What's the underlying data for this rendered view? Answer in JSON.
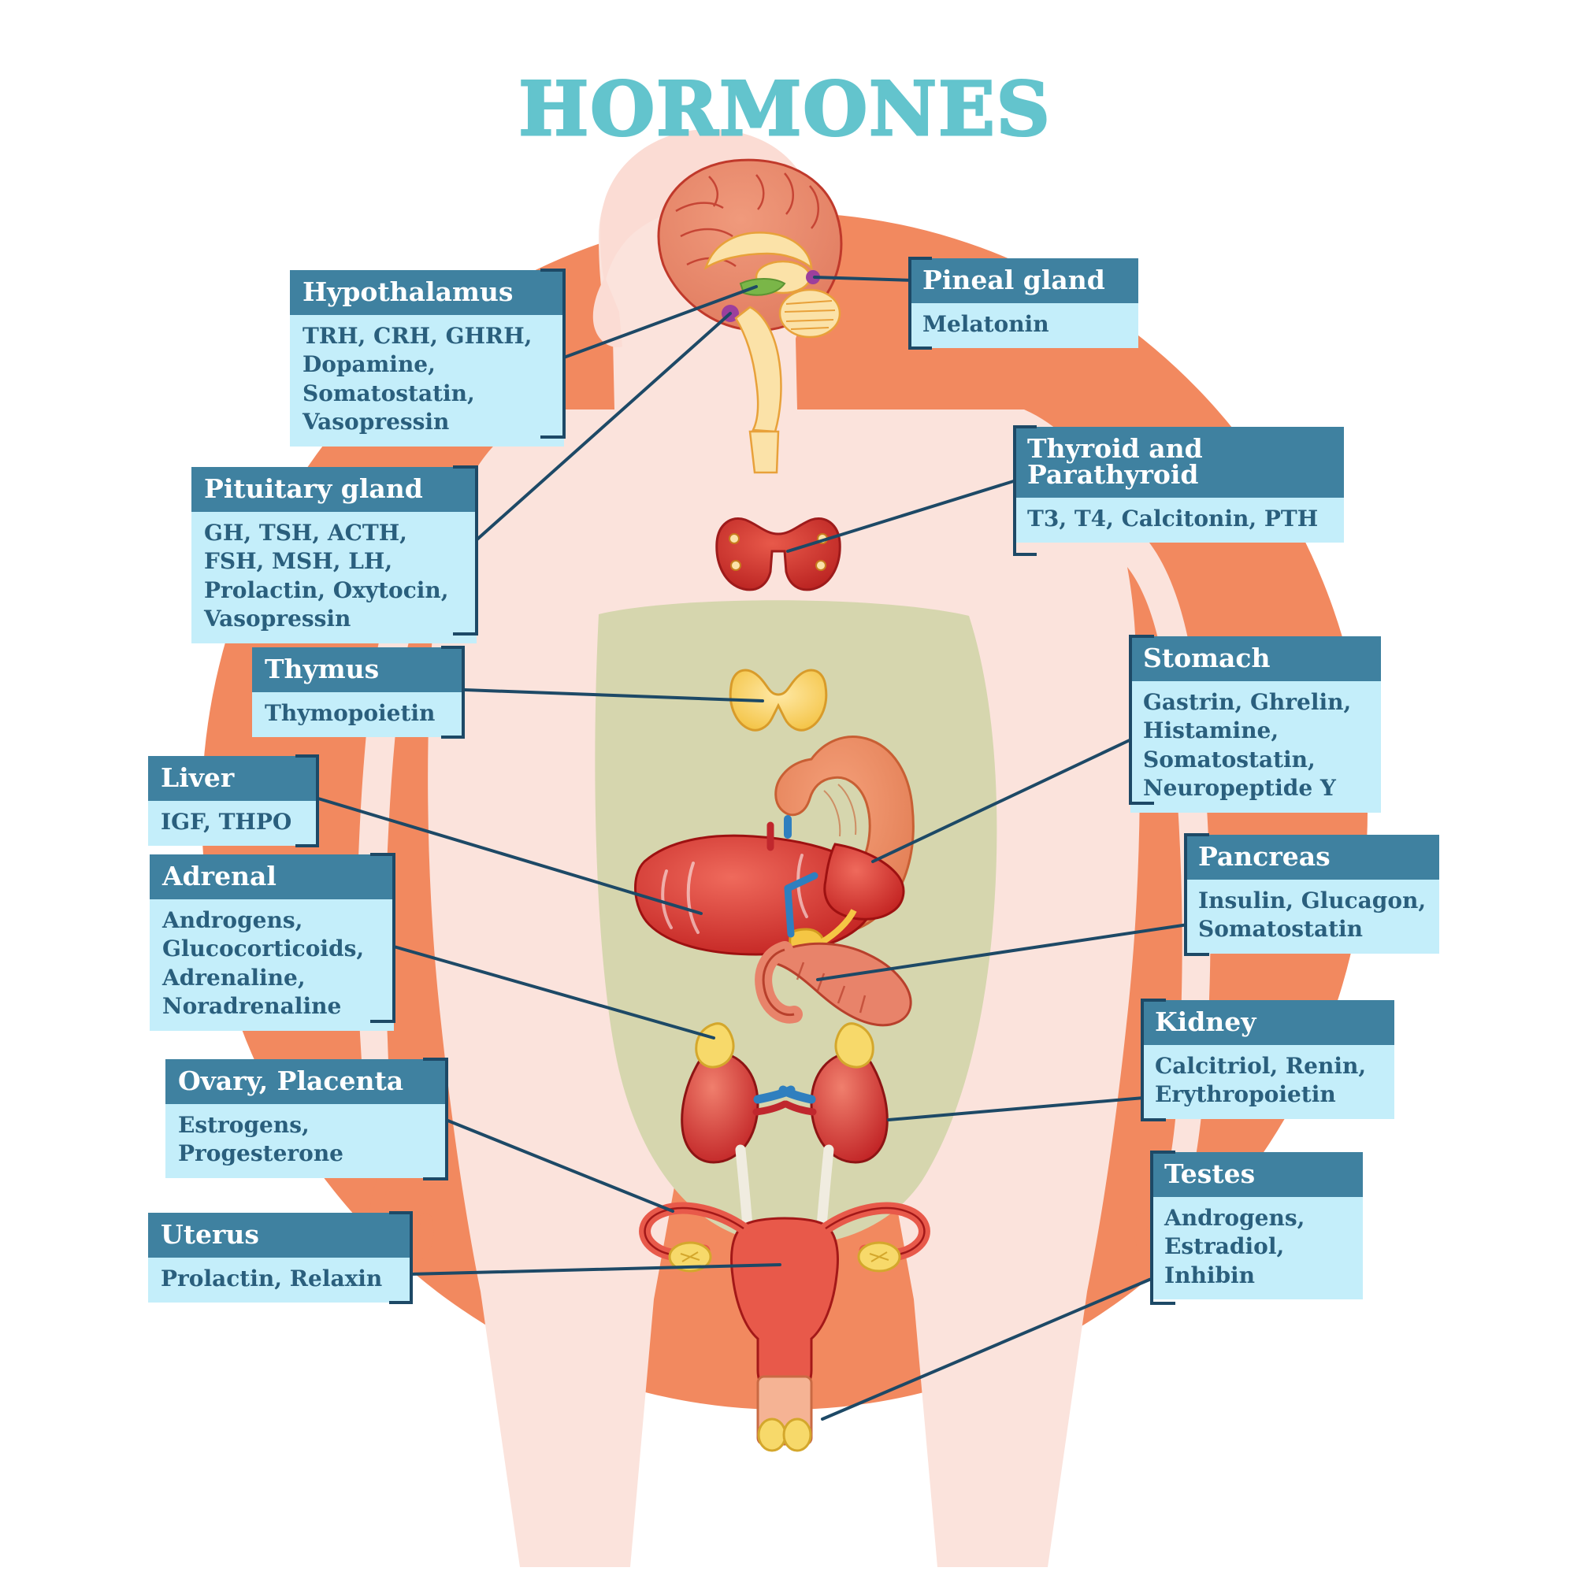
{
  "title": "HORMONES",
  "colors": {
    "title": "#63c4cd",
    "header_bg": "#3f81a0",
    "body_bg": "#c4eefa",
    "body_text": "#2a5f7d",
    "leader_line": "#1d4966",
    "silhouette_outer": "#f2895f",
    "silhouette_body": "#fbe3dc",
    "silhouette_cavity": "#d6d6ae"
  },
  "callouts": [
    {
      "id": "hypothalamus",
      "title": "Hypothalamus",
      "hormones": "TRH, CRH, GHRH,\nDopamine,\nSomatostatin,\nVasopressin",
      "side": "left"
    },
    {
      "id": "pituitary-gland",
      "title": "Pituitary gland",
      "hormones": "GH, TSH, ACTH,\nFSH, MSH, LH,\nProlactin, Oxytocin,\nVasopressin",
      "side": "left"
    },
    {
      "id": "thymus",
      "title": "Thymus",
      "hormones": "Thymopoietin",
      "side": "left"
    },
    {
      "id": "liver",
      "title": "Liver",
      "hormones": "IGF, THPO",
      "side": "left"
    },
    {
      "id": "adrenal",
      "title": "Adrenal",
      "hormones": "Androgens,\nGlucocorticoids,\nAdrenaline,\nNoradrenaline",
      "side": "left"
    },
    {
      "id": "ovary-placenta",
      "title": "Ovary, Placenta",
      "hormones": "Estrogens,\nProgesterone",
      "side": "left"
    },
    {
      "id": "uterus",
      "title": "Uterus",
      "hormones": "Prolactin, Relaxin",
      "side": "left"
    },
    {
      "id": "pineal-gland",
      "title": "Pineal gland",
      "hormones": "Melatonin",
      "side": "right"
    },
    {
      "id": "thyroid-and-parathyroid",
      "title": "Thyroid and\nParathyroid",
      "hormones": "T3, T4, Calcitonin, PTH",
      "side": "right"
    },
    {
      "id": "stomach",
      "title": "Stomach",
      "hormones": "Gastrin, Ghrelin,\nHistamine,\nSomatostatin,\nNeuropeptide Y",
      "side": "right"
    },
    {
      "id": "pancreas",
      "title": "Pancreas",
      "hormones": "Insulin, Glucagon,\nSomatostatin",
      "side": "right"
    },
    {
      "id": "kidney",
      "title": "Kidney",
      "hormones": "Calcitriol, Renin,\nErythropoietin",
      "side": "right"
    },
    {
      "id": "testes",
      "title": "Testes",
      "hormones": "Androgens,\nEstradiol,\nInhibin",
      "side": "right"
    }
  ],
  "organs": [
    {
      "id": "brain",
      "label": "brain-sagittal-illustration"
    },
    {
      "id": "thyroid",
      "label": "thyroid-gland-illustration"
    },
    {
      "id": "thymus",
      "label": "thymus-gland-illustration"
    },
    {
      "id": "liver",
      "label": "liver-illustration"
    },
    {
      "id": "stomach",
      "label": "stomach-illustration"
    },
    {
      "id": "pancreas",
      "label": "pancreas-illustration"
    },
    {
      "id": "kidneys",
      "label": "kidneys-illustration"
    },
    {
      "id": "uterus",
      "label": "uterus-ovaries-illustration"
    },
    {
      "id": "testes",
      "label": "testes-illustration"
    }
  ]
}
